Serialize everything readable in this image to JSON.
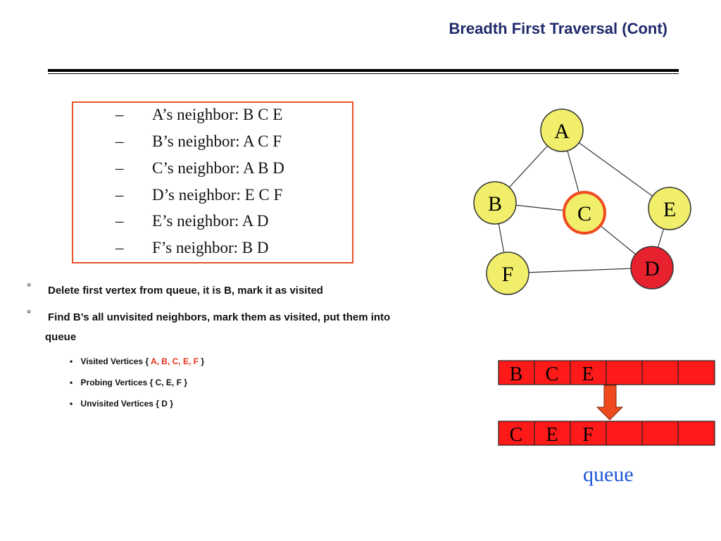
{
  "slide": {
    "title": "Breadth First Traversal (Cont)"
  },
  "neighbors": [
    {
      "dash": "–",
      "text": "A’s neighbor: B C E"
    },
    {
      "dash": "–",
      "text": "B’s neighbor: A C F"
    },
    {
      "dash": "–",
      "text": "C’s neighbor: A B D"
    },
    {
      "dash": "–",
      "text": "D’s neighbor: E C F"
    },
    {
      "dash": "–",
      "text": "E’s neighbor: A D"
    },
    {
      "dash": "–",
      "text": "F’s neighbor: B D"
    }
  ],
  "steps": {
    "marker": "°",
    "step1": "Delete first vertex from queue, it is B, mark it as visited",
    "step2_line1": "Find B’s all unvisited neighbors, mark them as visited, put them into",
    "step2_line2": "queue"
  },
  "sets": {
    "bullet": "•",
    "visited_label": "Visited Vertices  {",
    "visited_values": "A, B, C, E, F",
    "visited_close": "}",
    "probing": "Probing Vertices { C, E, F }",
    "unvisited": "Unvisited Vertices { D }"
  },
  "graph": {
    "nodes": {
      "A": "A",
      "B": "B",
      "C": "C",
      "D": "D",
      "E": "E",
      "F": "F"
    },
    "edges": [
      [
        "A",
        "B"
      ],
      [
        "A",
        "C"
      ],
      [
        "A",
        "E"
      ],
      [
        "B",
        "C"
      ],
      [
        "B",
        "F"
      ],
      [
        "C",
        "D"
      ],
      [
        "E",
        "D"
      ],
      [
        "F",
        "D"
      ]
    ]
  },
  "queue": {
    "before": [
      "B",
      "C",
      "E",
      "",
      "",
      ""
    ],
    "after": [
      "C",
      "E",
      "F",
      "",
      "",
      ""
    ],
    "label": "queue"
  },
  "colors": {
    "title": "#1f2a6b",
    "node_yellow": "#f0ee6a",
    "node_red": "#e8212e",
    "highlight_ring": "#ef4a1f",
    "queue_cell": "#ff1a1a",
    "arrow": "#ef4a1f",
    "queue_label": "#1e56d6"
  }
}
